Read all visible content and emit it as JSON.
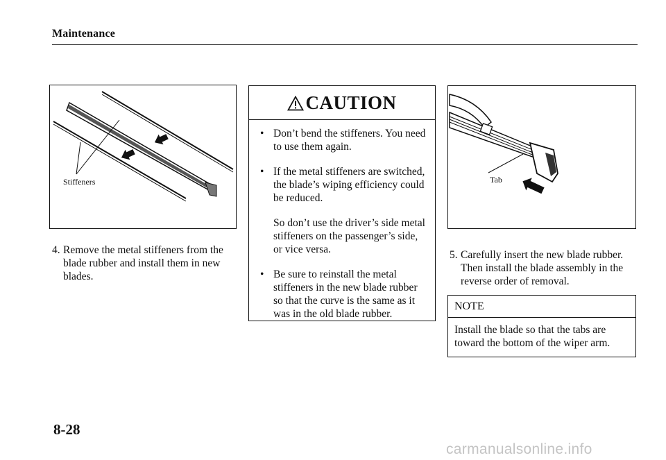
{
  "header": {
    "title": "Maintenance"
  },
  "figure_left": {
    "label": "Stiffeners"
  },
  "step_4": {
    "number": "4.",
    "text": "Remove the metal stiffeners from the blade rubber and install them in new blades."
  },
  "caution": {
    "icon": "warning-triangle-icon",
    "title": "CAUTION",
    "items": [
      {
        "bullet": "•",
        "text": "Don’t bend the stiffeners. You need to use them again."
      },
      {
        "bullet": "•",
        "text": "If the metal stiffeners are switched, the blade’s wiping efficiency could be reduced."
      }
    ],
    "paragraph": "So don’t use the driver’s side metal stiffeners on the passenger’s side, or vice versa.",
    "items_after": [
      {
        "bullet": "•",
        "text": "Be sure to reinstall the metal stiffeners in the new blade rubber so that the curve is the same as it was in the old blade rubber."
      }
    ]
  },
  "figure_right": {
    "label": "Tab"
  },
  "step_5": {
    "number": "5.",
    "text": "Carefully insert the new blade rubber. Then install the blade assembly in the reverse order of removal."
  },
  "note": {
    "title": "NOTE",
    "text": "Install the blade so that the tabs are toward the bottom of the wiper arm."
  },
  "page_number": "8-28",
  "watermark": "carmanualsonline.info"
}
